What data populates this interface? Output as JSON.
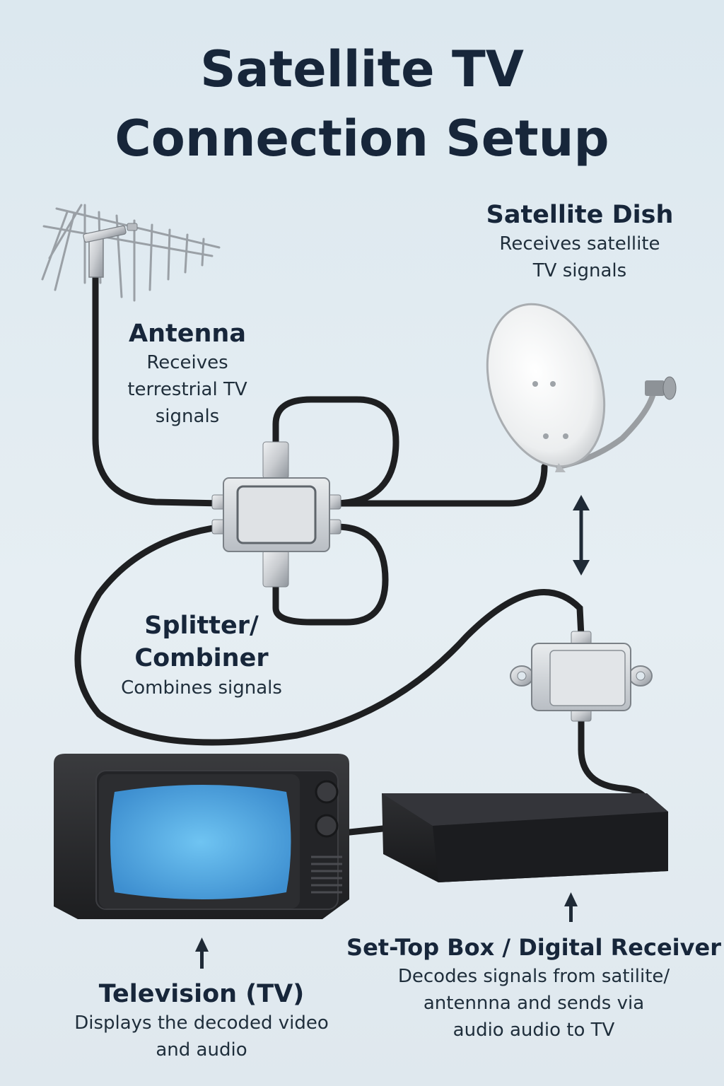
{
  "title": {
    "line1": "Satellite TV",
    "line2": "Connection Setup"
  },
  "components": {
    "satellite_dish": {
      "name": "Satellite Dish",
      "description": [
        "Receives satellite",
        "TV signals"
      ]
    },
    "antenna": {
      "name": "Antenna",
      "description": [
        "Receives",
        "terrestrial TV",
        "signals"
      ]
    },
    "splitter": {
      "name": [
        "Splitter/",
        "Combiner"
      ],
      "description": "Combines signals"
    },
    "television": {
      "name": "Television (TV)",
      "description": [
        "Displays the decoded video",
        "and audio"
      ]
    },
    "set_top_box": {
      "name": "Set-Top Box / Digital Receiver",
      "description": [
        "Decodes signals from satilite/",
        "antennna and sends via",
        "audio audio to TV"
      ]
    }
  },
  "colors": {
    "background": "#dfe9ef",
    "title_text": "#17263a",
    "cable": "#1e1f21",
    "metal": "#c9ccd0",
    "screen": "#5fb2e6",
    "tv_body": "#2a2b2e"
  }
}
